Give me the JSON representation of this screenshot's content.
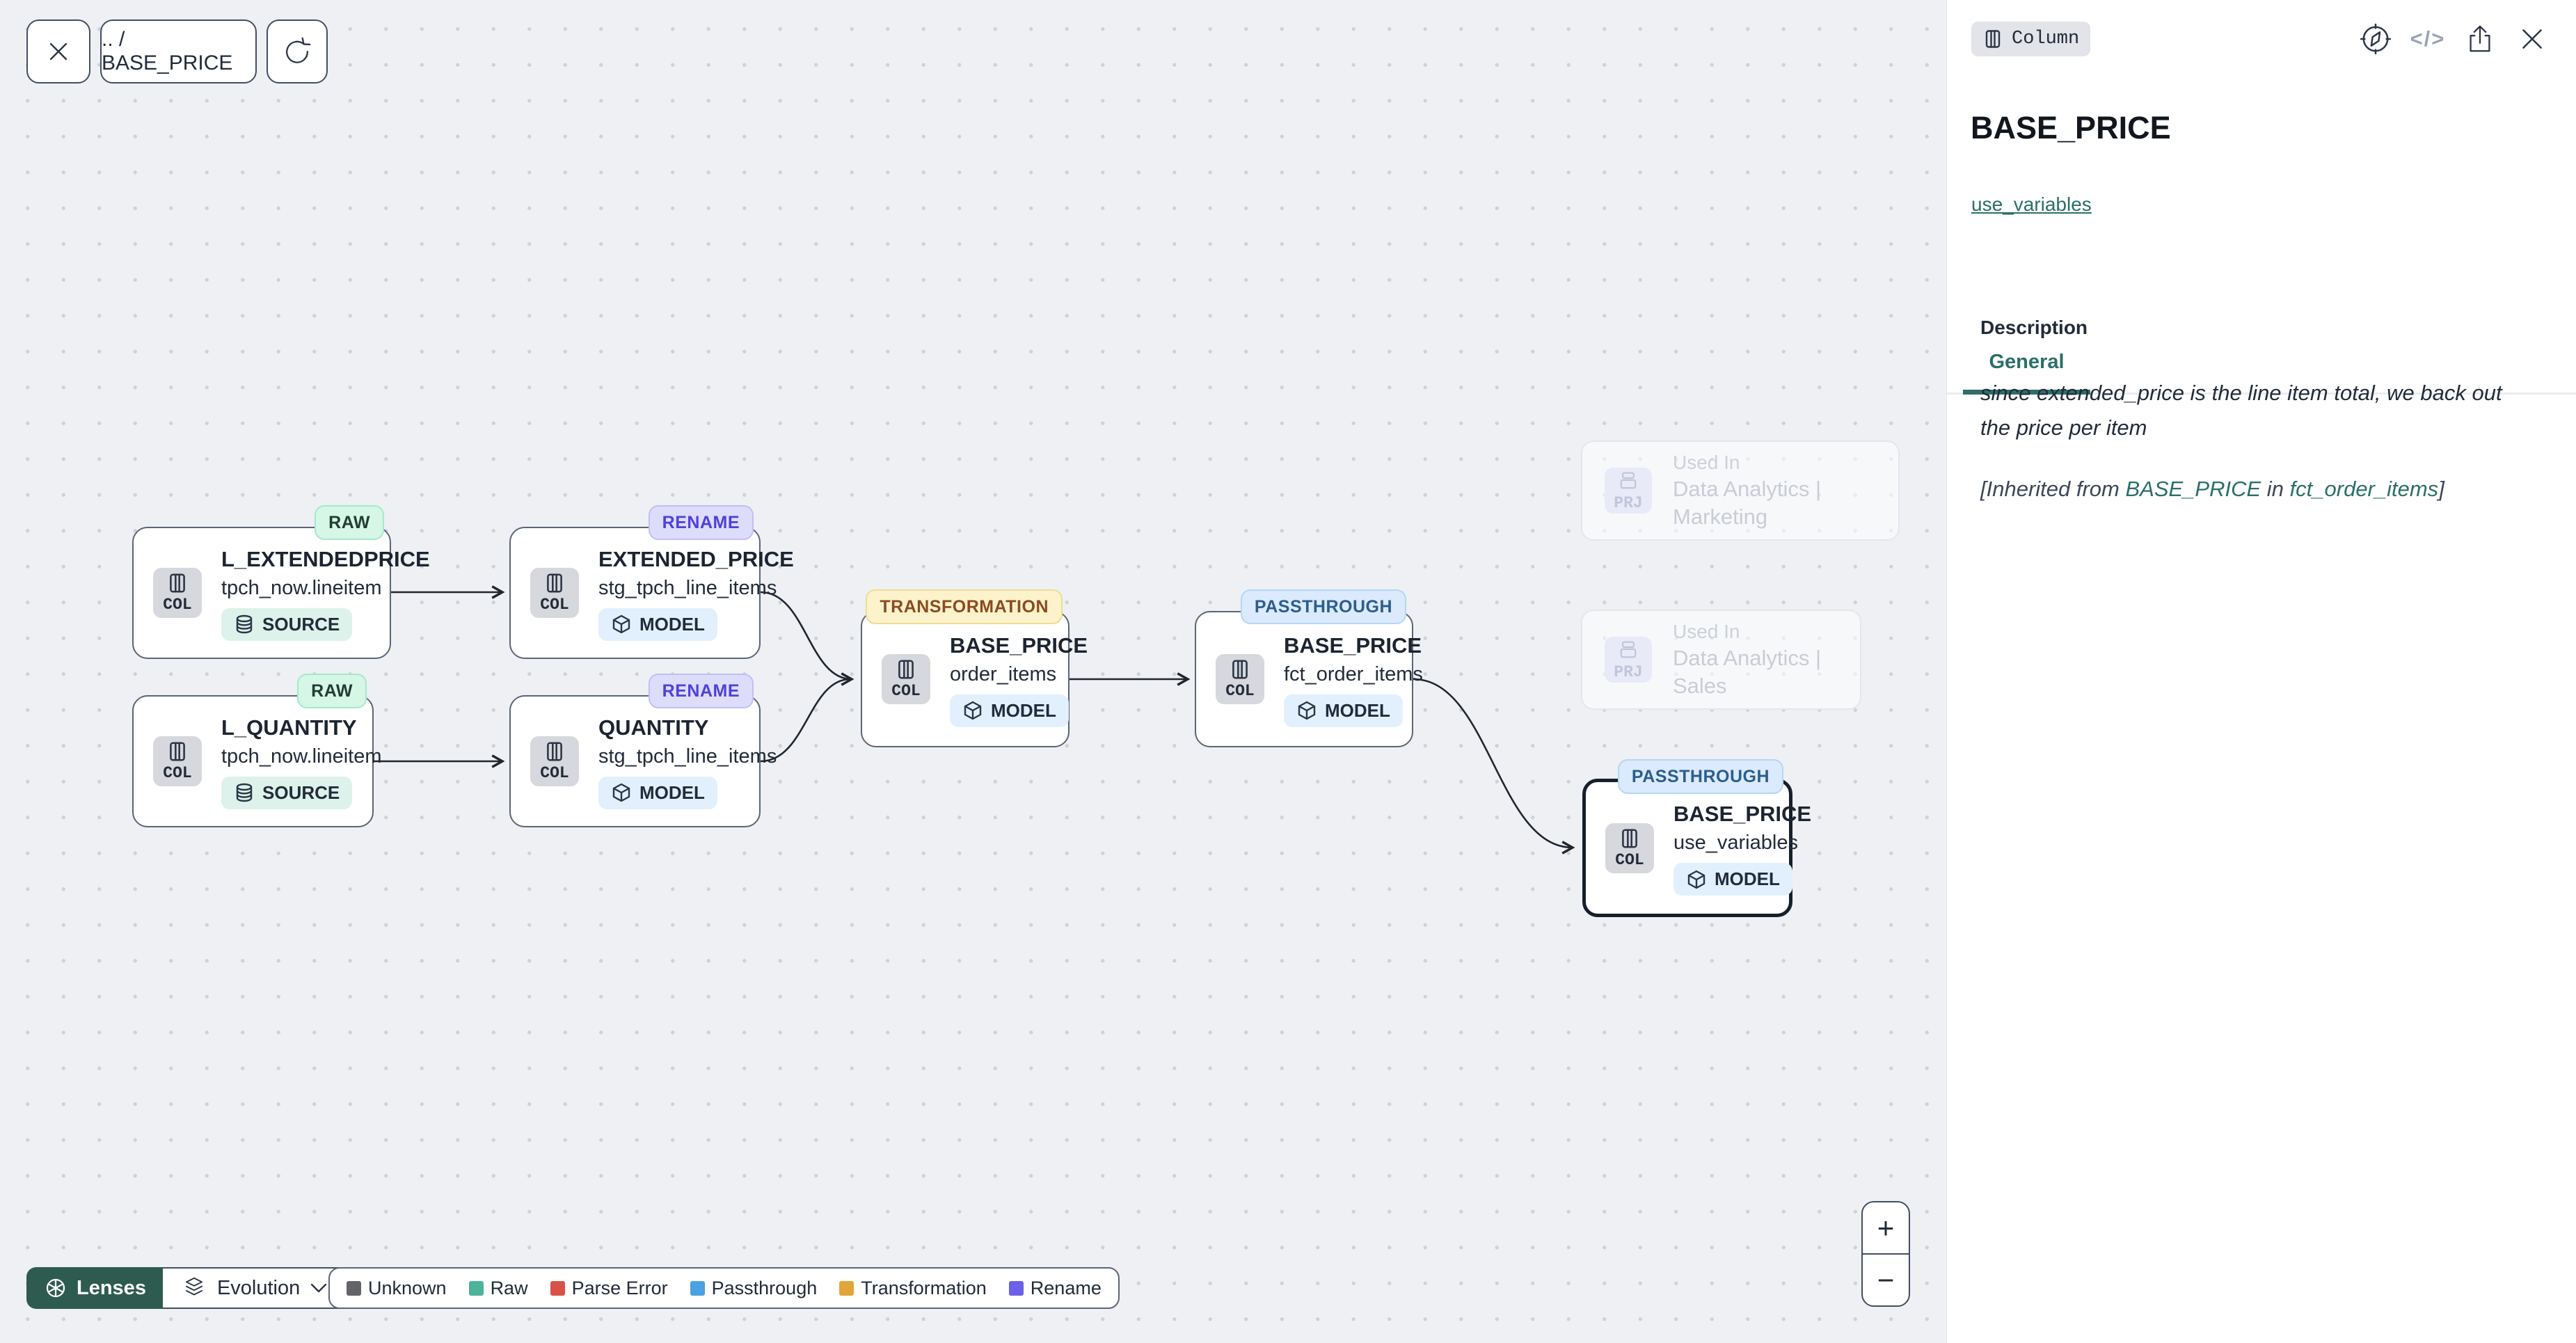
{
  "toolbar": {
    "breadcrumb": ".. / BASE_PRICE"
  },
  "canvas": {
    "nodes": [
      {
        "badge": "RAW",
        "title": "L_EXTENDEDPRICE",
        "subtitle": "tpch_now.lineitem",
        "chip": "SOURCE",
        "type_label": "COL"
      },
      {
        "badge": "RENAME",
        "title": "EXTENDED_PRICE",
        "subtitle": "stg_tpch_line_items",
        "chip": "MODEL",
        "type_label": "COL"
      },
      {
        "badge": "RAW",
        "title": "L_QUANTITY",
        "subtitle": "tpch_now.lineitem",
        "chip": "SOURCE",
        "type_label": "COL"
      },
      {
        "badge": "RENAME",
        "title": "QUANTITY",
        "subtitle": "stg_tpch_line_items",
        "chip": "MODEL",
        "type_label": "COL"
      },
      {
        "badge": "TRANSFORMATION",
        "title": "BASE_PRICE",
        "subtitle": "order_items",
        "chip": "MODEL",
        "type_label": "COL"
      },
      {
        "badge": "PASSTHROUGH",
        "title": "BASE_PRICE",
        "subtitle": "fct_order_items",
        "chip": "MODEL",
        "type_label": "COL"
      },
      {
        "badge": "PASSTHROUGH",
        "title": "BASE_PRICE",
        "subtitle": "use_variables",
        "chip": "MODEL",
        "type_label": "COL",
        "selected": true
      }
    ],
    "ghost_nodes": [
      {
        "label": "Used In",
        "name": "Data Analytics | Marketing",
        "type_label": "PRJ"
      },
      {
        "label": "Used In",
        "name": "Data Analytics | Sales",
        "type_label": "PRJ"
      }
    ]
  },
  "lenses": {
    "button_label": "Lenses",
    "mode_label": "Evolution"
  },
  "legend": {
    "items": [
      {
        "label": "Unknown",
        "color": "#636468"
      },
      {
        "label": "Raw",
        "color": "#4db39b"
      },
      {
        "label": "Parse Error",
        "color": "#d75349"
      },
      {
        "label": "Passthrough",
        "color": "#4aa2e2"
      },
      {
        "label": "Transformation",
        "color": "#e1a53a"
      },
      {
        "label": "Rename",
        "color": "#6c60e6"
      }
    ]
  },
  "zoom_controls": {
    "zoom_in": "+",
    "zoom_out": "−"
  },
  "panel": {
    "type_badge": "Column",
    "title": "BASE_PRICE",
    "subtitle_link": "use_variables",
    "tabs": [
      {
        "label": "General"
      }
    ],
    "description": {
      "heading": "Description",
      "text": "since extended_price is the line item total, we back out the price per item",
      "inherited_prefix": "[Inherited from ",
      "inherited_link_column": "BASE_PRICE",
      "inherited_middle": " in ",
      "inherited_link_model": "fct_order_items",
      "inherited_suffix": "]"
    },
    "accent_color": "#2a6f68"
  }
}
